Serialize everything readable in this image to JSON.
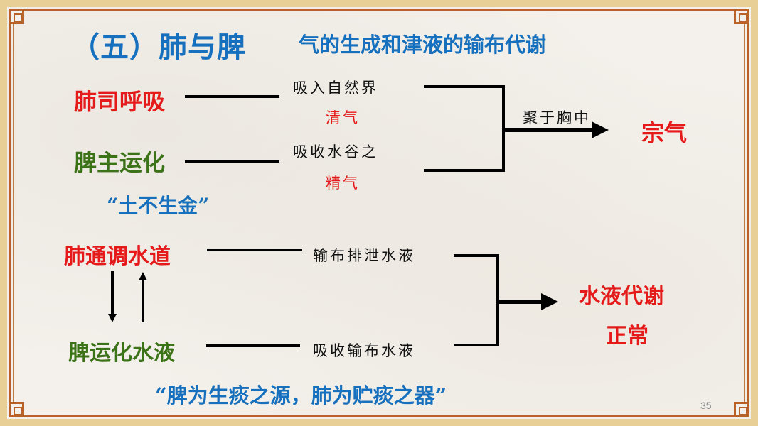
{
  "title": {
    "main": "（五）肺与脾",
    "subtitle": "气的生成和津液的输布代谢"
  },
  "section_qi": {
    "lung_label": "肺司呼吸",
    "spleen_label": "脾主运化",
    "lung_desc_line1": "吸入自然界",
    "lung_desc_line2": "清气",
    "spleen_desc_line1": "吸收水谷之",
    "spleen_desc_line2": "精气",
    "arrow_label": "聚于胸中",
    "result": "宗气",
    "quote": "“土不生金”"
  },
  "section_fluid": {
    "lung_label": "肺通调水道",
    "spleen_label": "脾运化水液",
    "lung_desc": "输布排泄水液",
    "spleen_desc": "吸收输布水液",
    "result_line1": "水液代谢",
    "result_line2": "正常",
    "quote": "“脾为生痰之源，肺为贮痰之器”"
  },
  "page_number": "35",
  "colors": {
    "title_blue": "#1670bd",
    "label_red": "#e51a1a",
    "label_green": "#3d7318",
    "frame_brown": "#b8622a",
    "frame_gold": "#e8cf95"
  }
}
